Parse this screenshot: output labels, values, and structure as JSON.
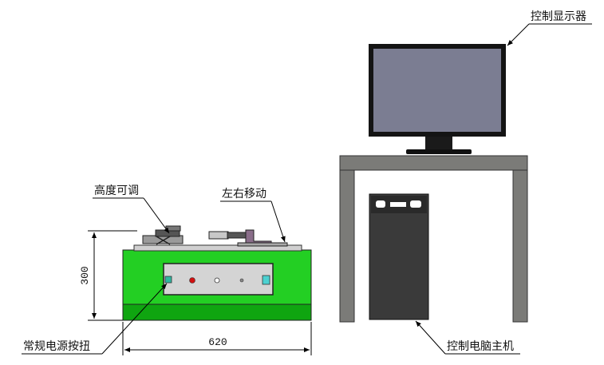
{
  "labels": {
    "monitor": "控制显示器",
    "height_adjust": "高度可调",
    "lateral_move": "左右移动",
    "power_button": "常规电源按扭",
    "host_pc": "控制电脑主机"
  },
  "dimensions": {
    "height": "300",
    "width": "620"
  },
  "colors": {
    "machine_green": "#23cf23",
    "machine_base_green": "#0fa510",
    "table_gray": "#7b7b78",
    "monitor_screen": "#7b7d92",
    "monitor_frame": "#141414",
    "host_case": "#3a3a3a"
  }
}
